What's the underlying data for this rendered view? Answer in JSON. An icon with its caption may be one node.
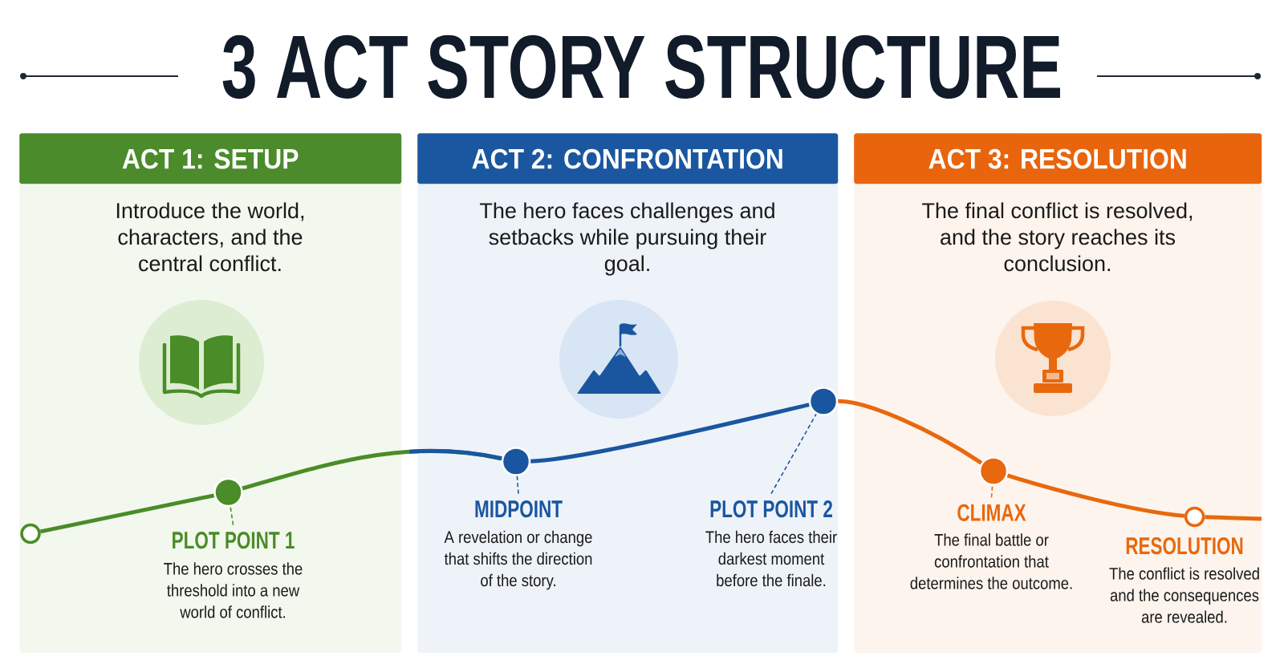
{
  "diagram": {
    "title": "3 ACT STORY STRUCTURE",
    "nodes": [
      {
        "text": [
          "ACT 1: SETUP",
          "Introduce the world, characters, and the central conflict."
        ]
      },
      {
        "text": [
          "ACT 2: CONFRONTATION",
          "The hero faces challenges and setbacks while pursuing their goal."
        ]
      },
      {
        "text": [
          "ACT 3: RESOLUTION",
          "The final conflict is resolved, and the story reaches its conclusion."
        ]
      },
      {
        "text": [],
        "shape": "circle",
        "in": 0
      },
      {
        "text": [],
        "shape": "circle",
        "in": 0
      },
      {
        "text": [
          "PLOT POINT 1",
          "The hero crosses the threshold into a new world of conflict."
        ],
        "in": 0
      },
      {
        "text": [],
        "shape": "circle",
        "in": 1
      },
      {
        "text": [
          "MIDPOINT",
          "A revelation or change that shifts the direction of the story."
        ],
        "in": 1
      },
      {
        "text": [],
        "shape": "circle",
        "in": 1
      },
      {
        "text": [
          "PLOT POINT 2",
          "The hero faces their darkest moment before the finale."
        ],
        "in": 1
      },
      {
        "text": [],
        "shape": "circle",
        "in": 2
      },
      {
        "text": [
          "CLIMAX",
          "The final battle or confrontation that determines the outcome."
        ],
        "in": 2
      },
      {
        "text": [],
        "shape": "circle",
        "in": 2,
        "beside": [
          "RESOLUTION",
          "The conflict is resolved and the consequences are revealed."
        ]
      }
    ],
    "edges": [
      {
        "from": 3,
        "to": 4,
        "arrow": "none",
        "color": "#4a8c28"
      },
      {
        "from": 4,
        "to": 6,
        "arrow": "none",
        "color": "#4a8c28"
      },
      {
        "from": 6,
        "to": 8,
        "arrow": "none",
        "color": "#1a56a0"
      },
      {
        "from": 8,
        "to": 10,
        "arrow": "none"
      },
      {
        "from": 10,
        "to": 12,
        "arrow": "none"
      },
      {
        "from": 12,
        "to": null,
        "arrow": "none"
      },
      {
        "from": 5,
        "to": 4,
        "arrow": "none",
        "style": "dashed",
        "color": "#4a8c28"
      },
      {
        "from": 7,
        "to": 6,
        "arrow": "none",
        "style": "dashed",
        "color": "#1a56a0"
      },
      {
        "from": 9,
        "to": 8,
        "arrow": "none",
        "style": "dashed",
        "color": "#1a56a0"
      },
      {
        "from": 11,
        "to": 10,
        "arrow": "none",
        "style": "dashed"
      }
    ]
  }
}
